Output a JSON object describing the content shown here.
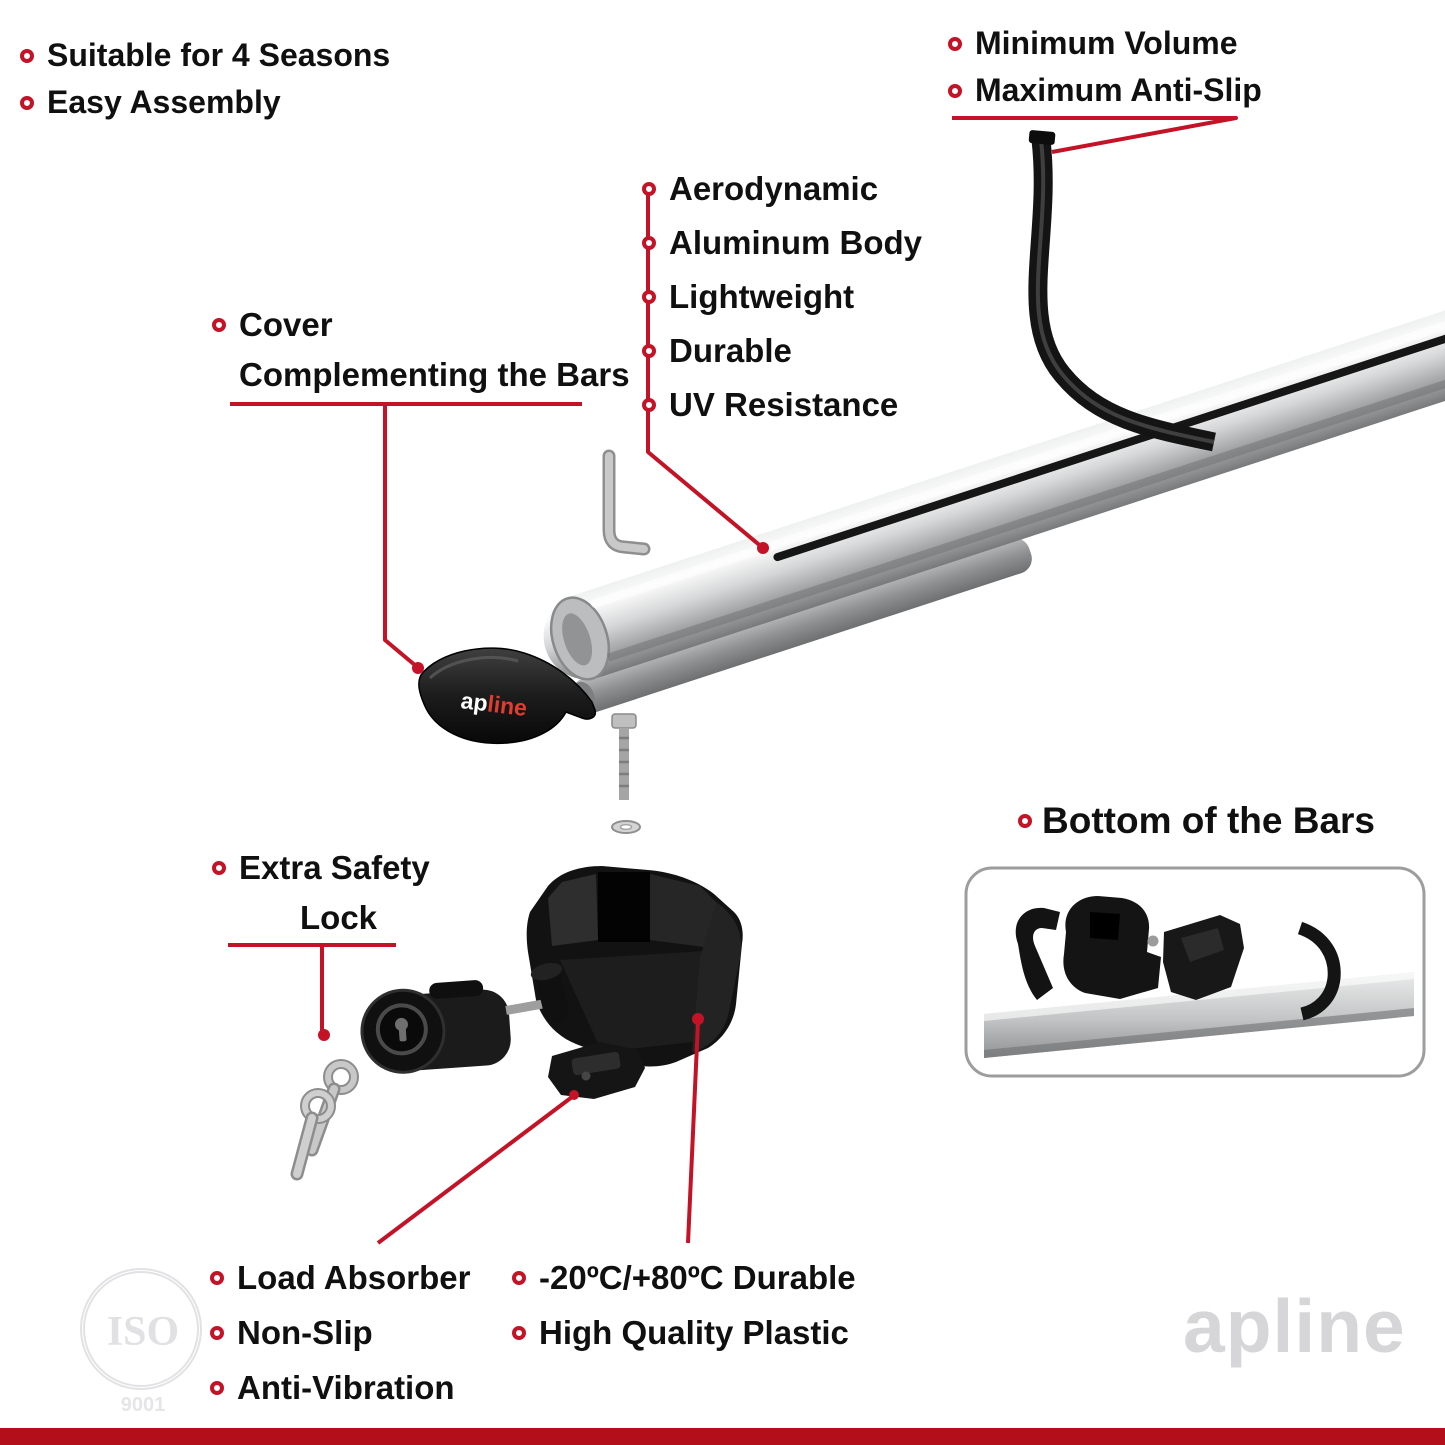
{
  "colors": {
    "accent_red": "#c41226",
    "bottom_strip": "#b30f1b",
    "text": "#101010",
    "watermark_gray": "#d6d6d8",
    "bar_silver": "#c9cacb",
    "plastic_black": "#141414"
  },
  "callouts": {
    "top_left": {
      "items": [
        "Suitable for 4 Seasons",
        "Easy Assembly"
      ]
    },
    "top_right": {
      "items": [
        "Minimum Volume",
        "Maximum Anti-Slip"
      ]
    },
    "bar_features": {
      "items": [
        "Aerodynamic",
        "Aluminum Body",
        "Lightweight",
        "Durable",
        "UV Resistance"
      ]
    },
    "cover": {
      "line1": "Cover",
      "line2": "Complementing the Bars"
    },
    "safety": {
      "line1": "Extra Safety",
      "line2": "Lock"
    },
    "inset": {
      "title": "Bottom of the Bars"
    },
    "bottom_left": {
      "items": [
        "Load Absorber",
        "Non-Slip",
        "Anti-Vibration"
      ]
    },
    "bottom_mid": {
      "items": [
        "-20ºC/+80ºC Durable",
        "High Quality Plastic"
      ]
    }
  },
  "branding": {
    "logo_ap": "ap",
    "logo_line": "line",
    "watermark": "apline",
    "iso_label": "ISO",
    "iso_number": "9001"
  }
}
